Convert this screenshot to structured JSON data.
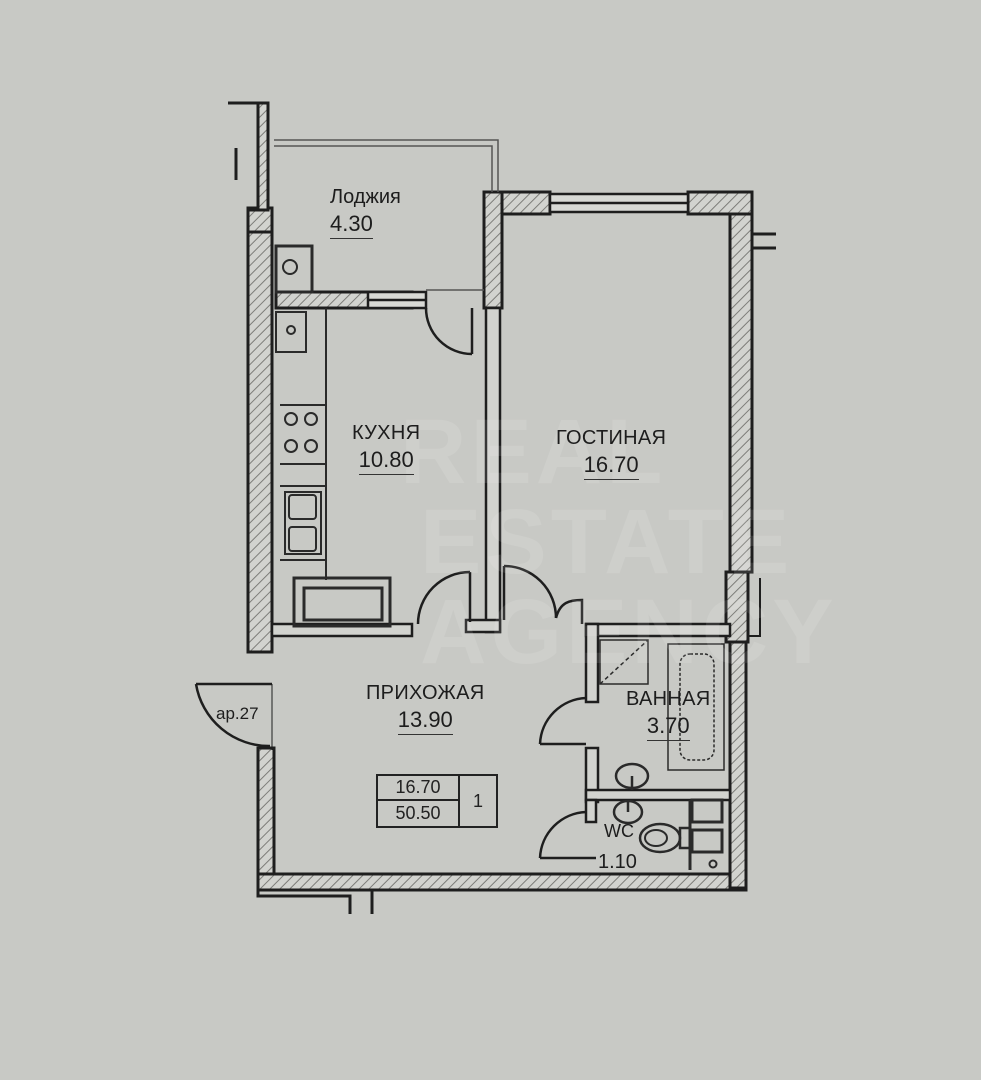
{
  "plan": {
    "type": "apartment-floor-plan",
    "rooms": [
      {
        "id": "loggia",
        "name": "Лоджия",
        "area": "4.30"
      },
      {
        "id": "kitchen",
        "name": "КУХНЯ",
        "area": "10.80"
      },
      {
        "id": "living",
        "name": "ГОСТИНАЯ",
        "area": "16.70"
      },
      {
        "id": "hallway",
        "name": "ПРИХОЖАЯ",
        "area": "13.90"
      },
      {
        "id": "bathroom",
        "name": "ВАННАЯ",
        "area": "3.70"
      },
      {
        "id": "wc",
        "name": "WC",
        "area": "1.10"
      }
    ],
    "entrance_label": "ар.27",
    "summary": {
      "living_area": "16.70",
      "total_area": "50.50",
      "room_count": "1"
    },
    "watermark": [
      "REAL",
      "ESTATE",
      "AGENCY"
    ],
    "colors": {
      "background": "#c8c9c5",
      "wall": "#1e1e1e",
      "hatch": "#8a8a86"
    }
  }
}
